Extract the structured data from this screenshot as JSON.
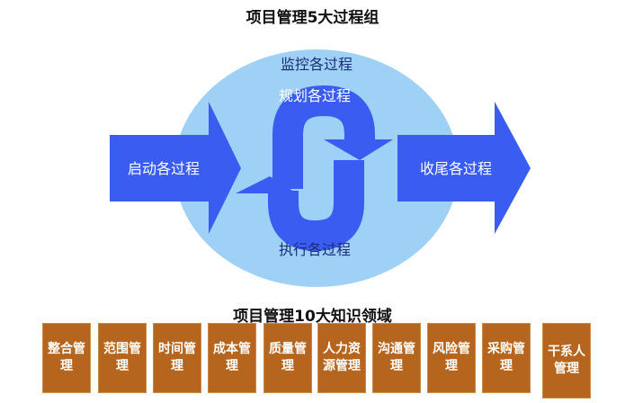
{
  "top_title": "项目管理5大过程组",
  "bottom_title": "项目管理10大知识领域",
  "process_groups": {
    "monitor": "监控各过程",
    "plan": "规划各过程",
    "initiate": "启动各过程",
    "close": "收尾各过程",
    "execute": "执行各过程"
  },
  "knowledge_areas": [
    "整合管理",
    "范围管理",
    "时间管理",
    "成本管理",
    "质量管理",
    "人力资源管理",
    "沟通管理",
    "风险管理",
    "采购管理",
    "干系人管理"
  ],
  "colors": {
    "circle": "#9fd0f5",
    "arrow": "#3a5cf0",
    "box": "#b5651d",
    "box_text": "#ffffff"
  }
}
